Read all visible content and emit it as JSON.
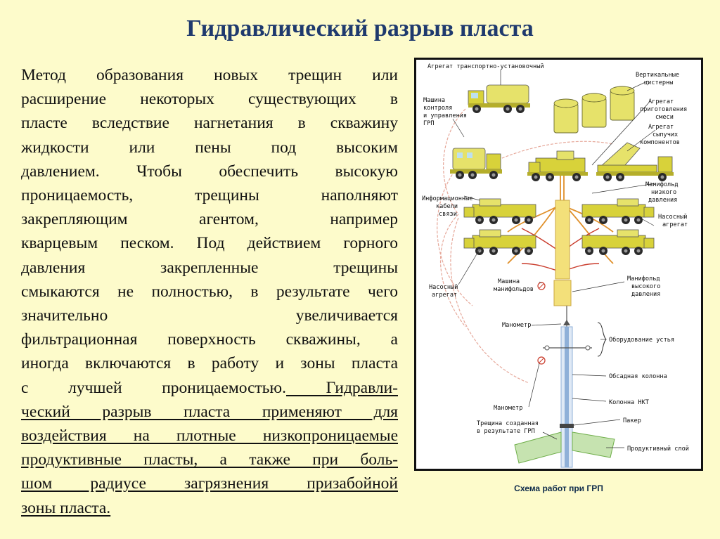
{
  "title": "Гидравлический разрыв пласта",
  "paragraph_lines": [
    "Метод образования новых трещин или",
    "расширение некоторых существующих в",
    "пласте вследствие нагнетания в скважину",
    "жидкости или пены под высоким",
    "давлением. Чтобы обеспечить высокую",
    "проницаемость, трещины наполняют",
    "закрепляющим агентом, например",
    "кварцевым песком. Под действием горного",
    "давления закрепленные трещины",
    "смыкаются не полностью, в результате чего",
    "значительно увеличивается",
    "фильтрационная поверхность скважины, а",
    "иногда включаются в работу и зоны пласта"
  ],
  "line14_plain": "с лучшей проницаемостью.",
  "line14_underlined": " Гидравли-",
  "underlined_lines": [
    "ческий разрыв пласта применяют для",
    "воздействия на плотные низкопроницаемые",
    "продуктивные пласты, а также при боль-",
    "шом радиусе загрязнения призабойной"
  ],
  "last_line": "зоны пласта.",
  "caption": "Схема работ при ГРП",
  "diagram_labels": {
    "transport_unit": "Агрегат транспортно-установочный",
    "vertical_tanks_1": "Вертикальные",
    "vertical_tanks_2": "цистерны",
    "control_1": "Машина",
    "control_2": "контроля",
    "control_3": "и управления",
    "control_4": "ГРП",
    "mixing_1": "Агрегат",
    "mixing_2": "приготовления",
    "mixing_3": "смеси",
    "bulk_1": "Агрегат",
    "bulk_2": "сыпучих",
    "bulk_3": "компонентов",
    "info_1": "Информационные",
    "info_2": "кабели",
    "info_3": "связи",
    "low_manifold_1": "Манифольд",
    "low_manifold_2": "низкого",
    "low_manifold_3": "давления",
    "pump_right_1": "Насосный",
    "pump_right_2": "агрегат",
    "pump_left_1": "Насосный",
    "pump_left_2": "агрегат",
    "manifold_truck_1": "Машина",
    "manifold_truck_2": "манифольдов",
    "high_manifold_1": "Манифольд",
    "high_manifold_2": "высокого",
    "high_manifold_3": "давления",
    "gauge_top": "Манометр",
    "wellhead": "Оборудование устья",
    "casing": "Обсадная колонна",
    "gauge_bottom": "Манометр",
    "tubing": "Колонна НКТ",
    "packer": "Пакер",
    "fracture_1": "Трещина созданная",
    "fracture_2": "в результате ГРП",
    "productive": "Продуктивный слой"
  },
  "colors": {
    "background": "#fdfbcb",
    "title": "#1f3a6e",
    "truck": "#d8d23a",
    "tank": "#e6e26a",
    "pipe_orange": "#e0902a",
    "pipe_red": "#c93a2a",
    "cable": "#e6a89a",
    "well_blue": "#8fb0d8"
  }
}
